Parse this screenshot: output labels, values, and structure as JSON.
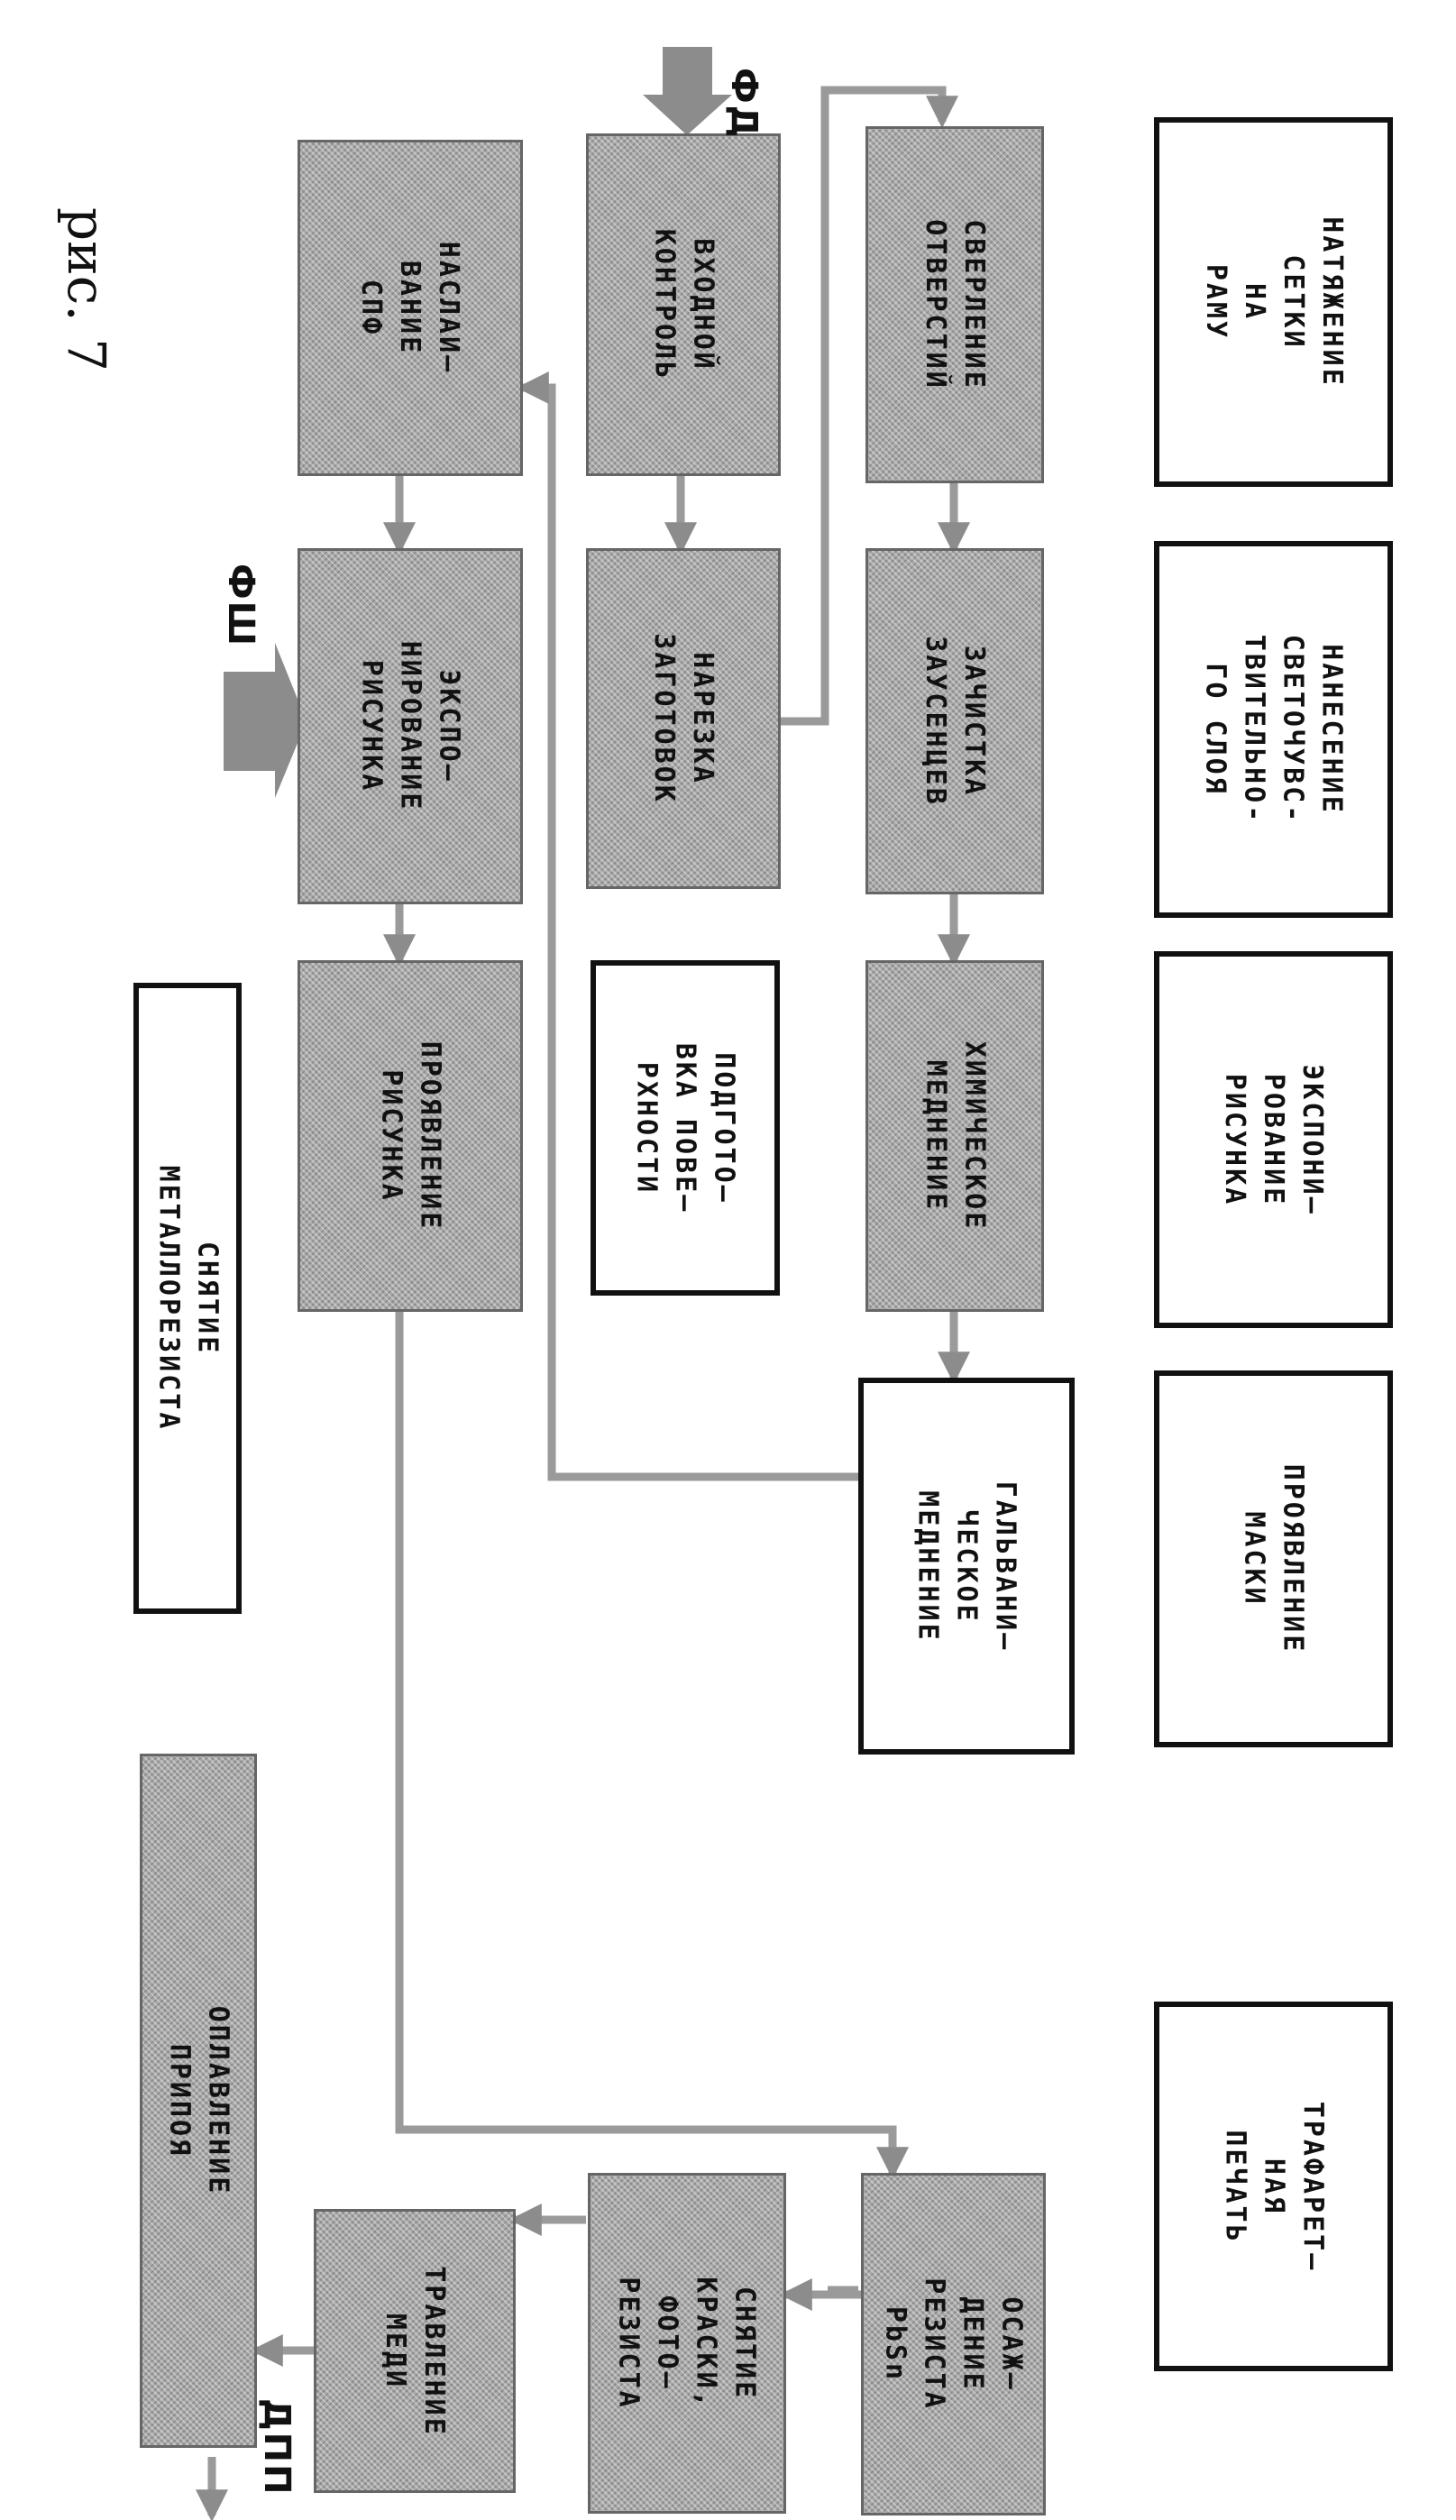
{
  "figure": {
    "caption": "рис. 7",
    "inputs": {
      "fd": "ФД",
      "fsh": "ФШ",
      "dpp": "ДПП"
    }
  },
  "blocks": {
    "natyazhenie": "НАТЯЖЕНИЕ\nСЕТКИ\nНА\nРАМУ",
    "nanesenie": "НАНЕСЕНИЕ\nСВЕТОЧУВС-\nТВИТЕЛЬНО-\nГО СЛОЯ",
    "eksponirovanie_maski": "ЭКСПОНИ—\nРОВАНИЕ\nРИСУНКА",
    "proyavlenie_maski": "ПРОЯВЛЕНИЕ\nМАСКИ",
    "trafaret": "ТРАФАРЕТ—\nНАЯ\nПЕЧАТЬ",
    "sverlenie": "СВЕРЛЕНИЕ\nОТВЕРСТИЙ",
    "zachistka": "ЗАЧИСТКА\nЗАУСЕНЦЕВ",
    "khim_mednenie": "ХИМИЧЕСКОЕ\nМЕДНЕНИЕ",
    "galv_mednenie": "ГАЛЬВАНИ—\nЧЕСКОЕ\nМЕДНЕНИЕ",
    "osazhdenie": "ОСАЖ—\nДЕНИЕ\nРЕЗИСТА\nPbSn",
    "vkhodnoy": "ВХОДНОЙ\nКОНТРОЛЬ",
    "narezka": "НАРЕЗКА\nЗАГОТОВОК",
    "podgotovka": "ПОДГОТО—\nВКА ПОВЕ—\nРХНОСТИ",
    "snyatie_kraski": "СНЯТИЕ\nКРАСКИ,\nФОТО—\nРЕЗИСТА",
    "naslaivanie": "НАСЛАИ—\nВАНИЕ\nСПФ",
    "eksponirovanie": "ЭКСПО—\nНИРОВАНИЕ\nРИСУНКА",
    "proyavlenie": "ПРОЯВЛЕНИЕ\nРИСУНКА",
    "travlenie": "ТРАВЛЕНИЕ\nМЕДИ",
    "snyatie_metallorezista": "СНЯТИЕ\nМЕТАЛЛОРЕЗИСТА",
    "oplavlenie": "ОПЛАВЛЕНИЕ\nПРИПОЯ"
  },
  "colors": {
    "stroke": "#111111",
    "gray_fill": "#a9a9a9",
    "arrow": "#9a9a9a"
  }
}
